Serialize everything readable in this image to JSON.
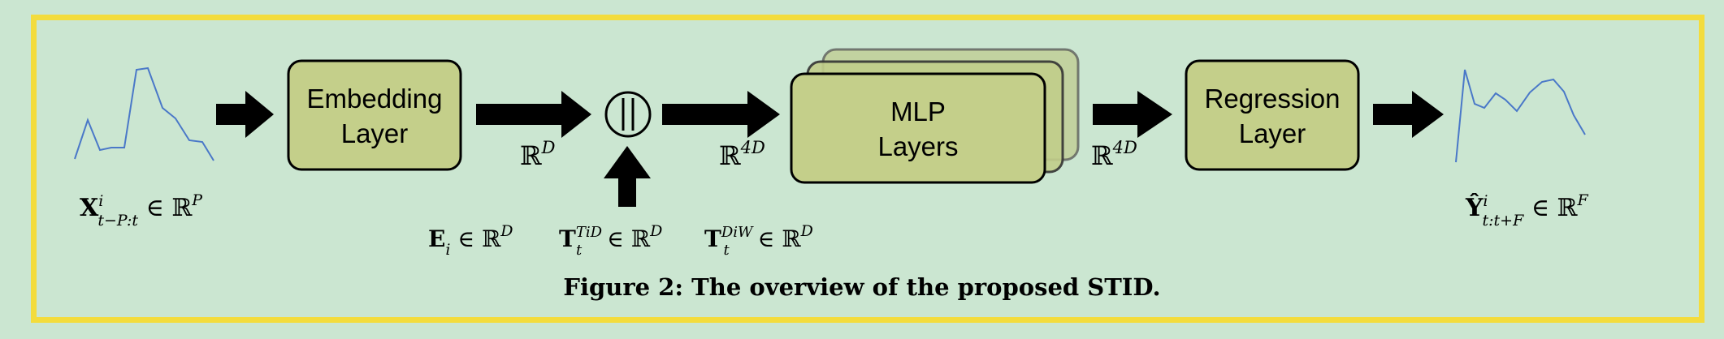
{
  "blocks": {
    "embedding": [
      "Embedding",
      "Layer"
    ],
    "mlp": [
      "MLP",
      "Layers"
    ],
    "regression": [
      "Regression",
      "Layer"
    ]
  },
  "math": {
    "input": {
      "base": "X",
      "sup": "i",
      "sub": "t−P:t",
      "rel": " ∈ ℝ",
      "dim": "P"
    },
    "output": {
      "base": "Ŷ",
      "sup": "i",
      "sub": "t:t+F",
      "rel": " ∈ ℝ",
      "dim": "F"
    },
    "rD": {
      "base": "ℝ",
      "sup": "D"
    },
    "r4D_mid": {
      "base": "ℝ",
      "sup": "4D"
    },
    "r4D_right": {
      "base": "ℝ",
      "sup": "4D"
    },
    "E": {
      "base": "E",
      "sub": "i",
      "rel": " ∈ ℝ",
      "dim": "D"
    },
    "TiD": {
      "base": "T",
      "sup": "TiD",
      "sub": "t",
      "rel": " ∈ ℝ",
      "dim": "D"
    },
    "DiW": {
      "base": "T",
      "sup": "DiW",
      "sub": "t",
      "rel": " ∈ ℝ",
      "dim": "D"
    }
  },
  "concat_symbol": "‖",
  "caption": "Figure 2: The overview of the proposed STID.",
  "colors": {
    "background": "#cbe6d1",
    "frame": "#f3dc3c",
    "block_fill": "#c4cf8a",
    "series_line": "#4a78c8"
  }
}
